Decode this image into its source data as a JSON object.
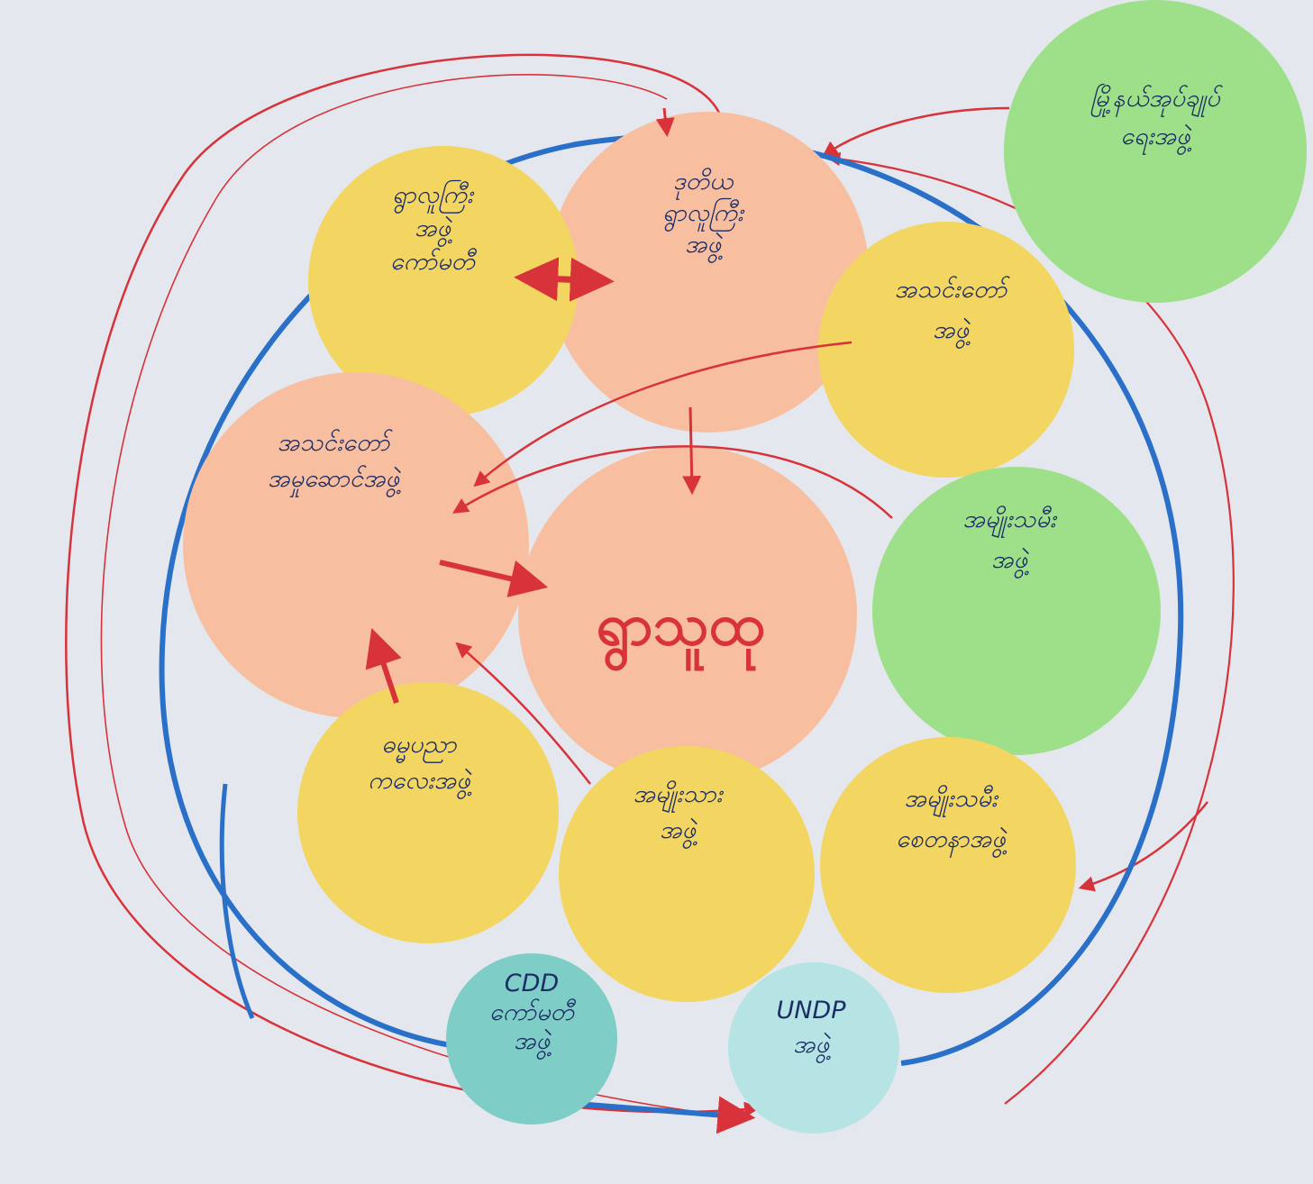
{
  "diagram": {
    "center_label": "ရွာသူထု",
    "nodes": [
      {
        "id": "n1",
        "label": "ရွာလူကြီး အဖွဲ့ ကော်မတီ",
        "lines": [
          "ရွာလူကြီး",
          "အဖွဲ့",
          "ကော်မတီ"
        ],
        "color": "yellow"
      },
      {
        "id": "n2",
        "label": "ဒုတိယ ရွာလူကြီး အဖွဲ့",
        "lines": [
          "ဒုတိယ",
          "ရွာလူကြီး",
          "အဖွဲ့"
        ],
        "color": "peach"
      },
      {
        "id": "n3",
        "label": "အသင်းတော် အဖွဲ့",
        "lines": [
          "အသင်းတော်",
          "အဖွဲ့"
        ],
        "color": "yellow"
      },
      {
        "id": "n4",
        "label": "အသင်းတော် အမှုဆောင် အဖွဲ့",
        "lines": [
          "အသင်းတော်",
          "အမှုဆောင်အဖွဲ့"
        ],
        "color": "peach"
      },
      {
        "id": "n5",
        "label": "အမျိုးသမီး အဖွဲ့",
        "lines": [
          "အမျိုးသမီး",
          "အဖွဲ့"
        ],
        "color": "green"
      },
      {
        "id": "n6",
        "label": "ဓမ္မပညာ ကလေး အဖွဲ့",
        "lines": [
          "ဓမ္မပညာ",
          "ကလေးအဖွဲ့"
        ],
        "color": "yellow"
      },
      {
        "id": "n7",
        "label": "အမျိုးသား အဖွဲ့",
        "lines": [
          "အမျိုးသား",
          "အဖွဲ့"
        ],
        "color": "yellow"
      },
      {
        "id": "n8",
        "label": "အမျိုးသမီး စေတနာ အဖွဲ့",
        "lines": [
          "အမျိုးသမီး",
          "စေတနာအဖွဲ့"
        ],
        "color": "yellow"
      },
      {
        "id": "n9",
        "label": "CDD ကော်မတီ အဖွဲ့",
        "lines": [
          "CDD",
          "ကော်မတီ",
          "အဖွဲ့"
        ],
        "color": "teal"
      },
      {
        "id": "n10",
        "label": "မြို့နယ် အုပ်ချုပ်ရေး အဖွဲ့",
        "lines": [
          "မြို့နယ်အုပ်ချုပ်",
          "ရေးအဖွဲ့"
        ],
        "color": "green"
      },
      {
        "id": "n11",
        "label": "UNDP အဖွဲ့",
        "lines": [
          "UNDP",
          "အဖွဲ့"
        ],
        "color": "teal"
      }
    ],
    "colors": {
      "paper": "#e4e8ee",
      "yellow": "#f3d561",
      "peach": "#f7bfa0",
      "green": "#9ee08a",
      "teal": "#7ecdc6",
      "blue_ring": "#2a6fc8",
      "red_arrow": "#d8323a",
      "label_ink": "#1c2c66"
    }
  }
}
